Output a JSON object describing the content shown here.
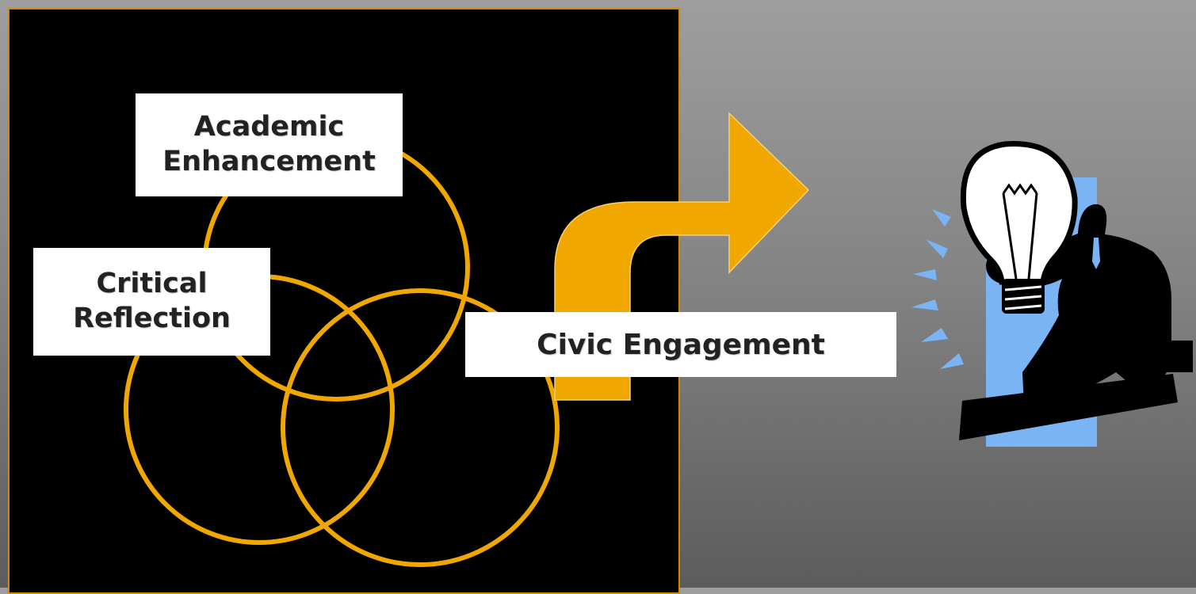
{
  "labels": {
    "academic_line1": "Academic",
    "academic_line2": "Enhancement",
    "critical_line1": "Critical",
    "critical_line2": "Reflection",
    "civic": "Civic Engagement"
  },
  "colors": {
    "accent": "#f0a800",
    "panel_background": "#000000",
    "label_background": "#ffffff",
    "clipart_blue": "#7ab4f5"
  },
  "icons": {
    "clipart": "lightbulb-idea-man-icon",
    "arrow": "curved-arrow-icon"
  }
}
